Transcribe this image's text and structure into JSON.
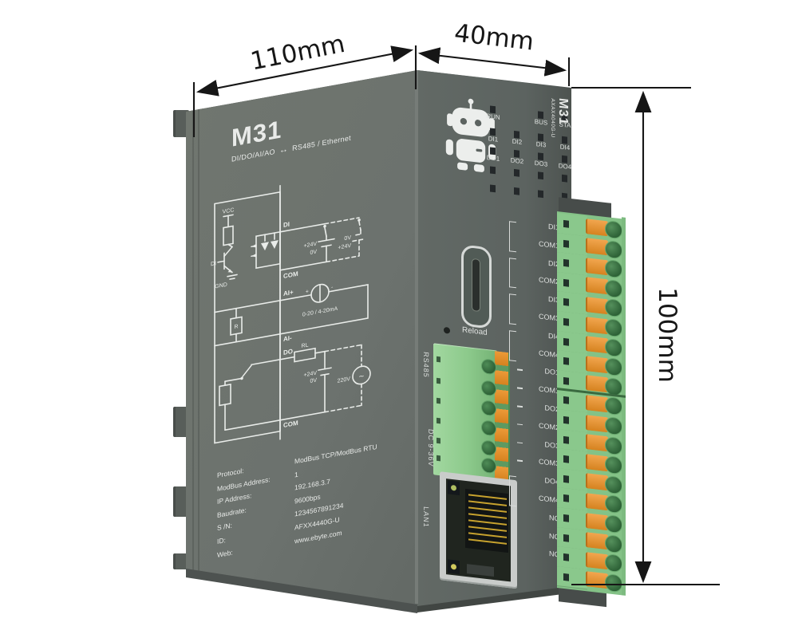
{
  "annotations": {
    "width": "110mm",
    "depth": "40mm",
    "height": "100mm"
  },
  "side_panel": {
    "model": "M31",
    "io_text": "DI/DO/AI/AO",
    "arrow": "↔",
    "bus_text": "RS485 / Ethernet",
    "circuit": {
      "di": {
        "vcc": "VCC",
        "di_internal": "DI",
        "gnd": "GND",
        "di_terminal": "DI",
        "com_terminal": "COM",
        "v24": "+24V",
        "v0": "0V",
        "alt_v0": "0V",
        "alt_v24": "+24V"
      },
      "ai": {
        "ai_plus": "AI+",
        "r": "R",
        "plus": "+",
        "minus": "-",
        "range": "0-20 / 4-20mA",
        "ai_minus": "AI-"
      },
      "dout": {
        "do_terminal": "DO",
        "rl": "RL",
        "v24": "+24V",
        "v0": "0V",
        "ac": "220V",
        "ac_tilde": "~",
        "com_terminal": "COM"
      }
    },
    "specs": [
      {
        "label": "Protocol:",
        "value": "ModBus TCP/ModBus RTU"
      },
      {
        "label": "ModBus Address:",
        "value": "1"
      },
      {
        "label": "IP Address:",
        "value": "192.168.3.7"
      },
      {
        "label": "Baudrate:",
        "value": "9600bps"
      },
      {
        "label": "S /N:",
        "value": "1234567891234"
      },
      {
        "label": "ID:",
        "value": "AFXX4440G-U"
      },
      {
        "label": "Web:",
        "value": "www.ebyte.com"
      }
    ]
  },
  "front_panel": {
    "led_grid": {
      "row1": [
        {
          "col": 0,
          "label": "RUN"
        },
        {
          "col": 2,
          "label": "BUS"
        },
        {
          "col": 3,
          "label": "STA"
        }
      ],
      "row2": [
        "DI1",
        "DI2",
        "DI3",
        "DI4"
      ],
      "row3": [
        "DO1",
        "DO2",
        "DO3",
        "DO4"
      ],
      "vent_rows": 2
    },
    "model_vertical": "M31",
    "model_code": "AXAX4040G-U",
    "reload": "Reload",
    "rs485": "RS485",
    "power": "DC 9-36V",
    "lan": "LAN1",
    "terminals": [
      "DI1",
      "COM1",
      "DI2",
      "COM2",
      "DI3",
      "COM3",
      "DI4",
      "COM4",
      "DO1",
      "COM1",
      "DO2",
      "COM2",
      "DO3",
      "COM3",
      "DO4",
      "COM4",
      "NC",
      "NC",
      "NC"
    ],
    "bracket_pairs": [
      [
        0,
        1
      ],
      [
        2,
        3
      ],
      [
        4,
        5
      ],
      [
        6,
        7
      ],
      [
        14,
        15
      ]
    ],
    "dash_rows": [
      8,
      9,
      10,
      11,
      12,
      13
    ]
  }
}
